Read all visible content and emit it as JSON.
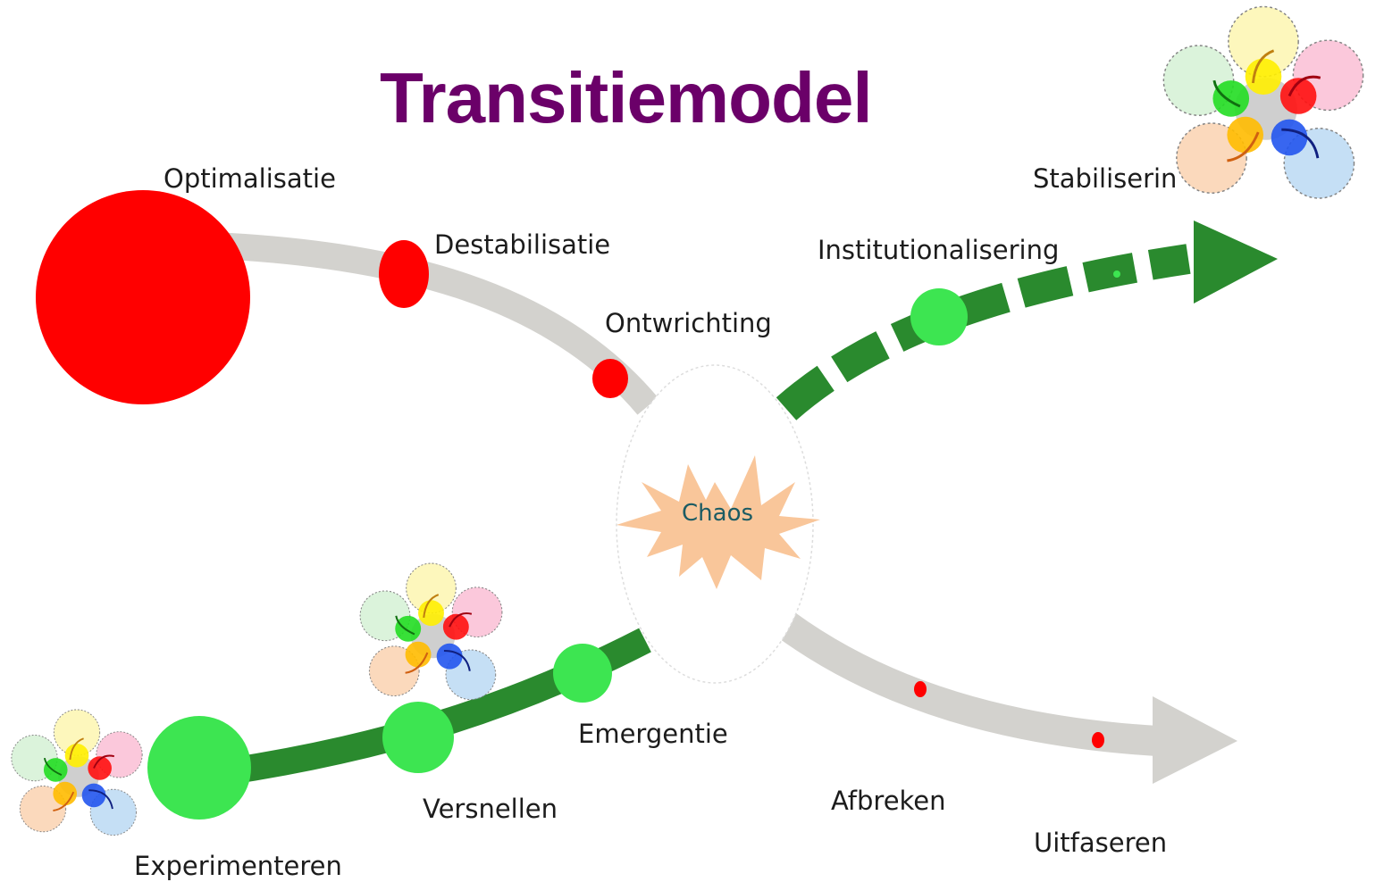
{
  "title": "Transitiemodel",
  "labels": {
    "optimalisatie": "Optimalisatie",
    "destabilisatie": "Destabilisatie",
    "ontwrichting": "Ontwrichting",
    "chaos": "Chaos",
    "institutionalisering": "Institutionalisering",
    "stabilisering": "Stabiliserin",
    "emergentie": "Emergentie",
    "versnellen": "Versnellen",
    "experimenteren": "Experimenteren",
    "afbreken": "Afbreken",
    "uitfaseren": "Uitfaseren"
  },
  "colors": {
    "title": "#6b0069",
    "grey_path": "#d3d2ce",
    "green_path": "#2a8a2e",
    "red_node": "#ff0000",
    "green_node": "#3de551",
    "chaos_burst": "#f9c69a"
  },
  "icons": [
    "network-cluster-icon"
  ]
}
